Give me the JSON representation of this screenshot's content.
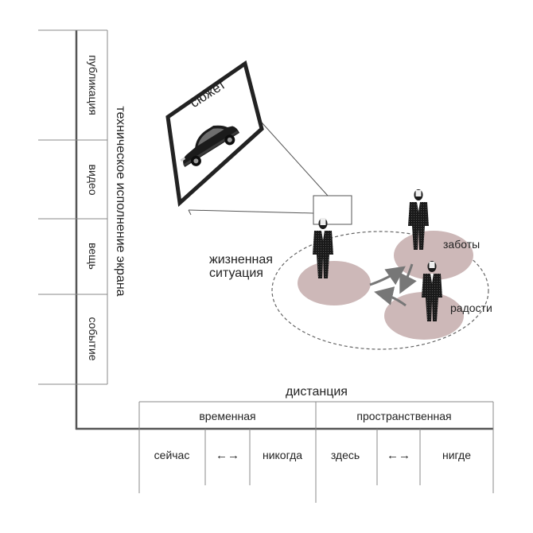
{
  "axis": {
    "vertical_title": "техническое исполнение экрана",
    "categories": [
      "публикация",
      "видео",
      "вещь",
      "событие"
    ]
  },
  "distance": {
    "title": "дистанция",
    "groups": [
      "временная",
      "пространственная"
    ],
    "items": [
      "сейчас",
      "←→",
      "никогда",
      "здесь",
      "←→",
      "нигде"
    ]
  },
  "scene": {
    "screen_label": "сюжет",
    "situation_label": [
      "жизненная",
      "ситуация"
    ],
    "cares_label": "заботы",
    "joys_label": "радости"
  },
  "colors": {
    "line": "#555555",
    "ellipse_fill": "#cdb8b8",
    "arrow": "#777777",
    "figure": "#1a1a1a"
  }
}
